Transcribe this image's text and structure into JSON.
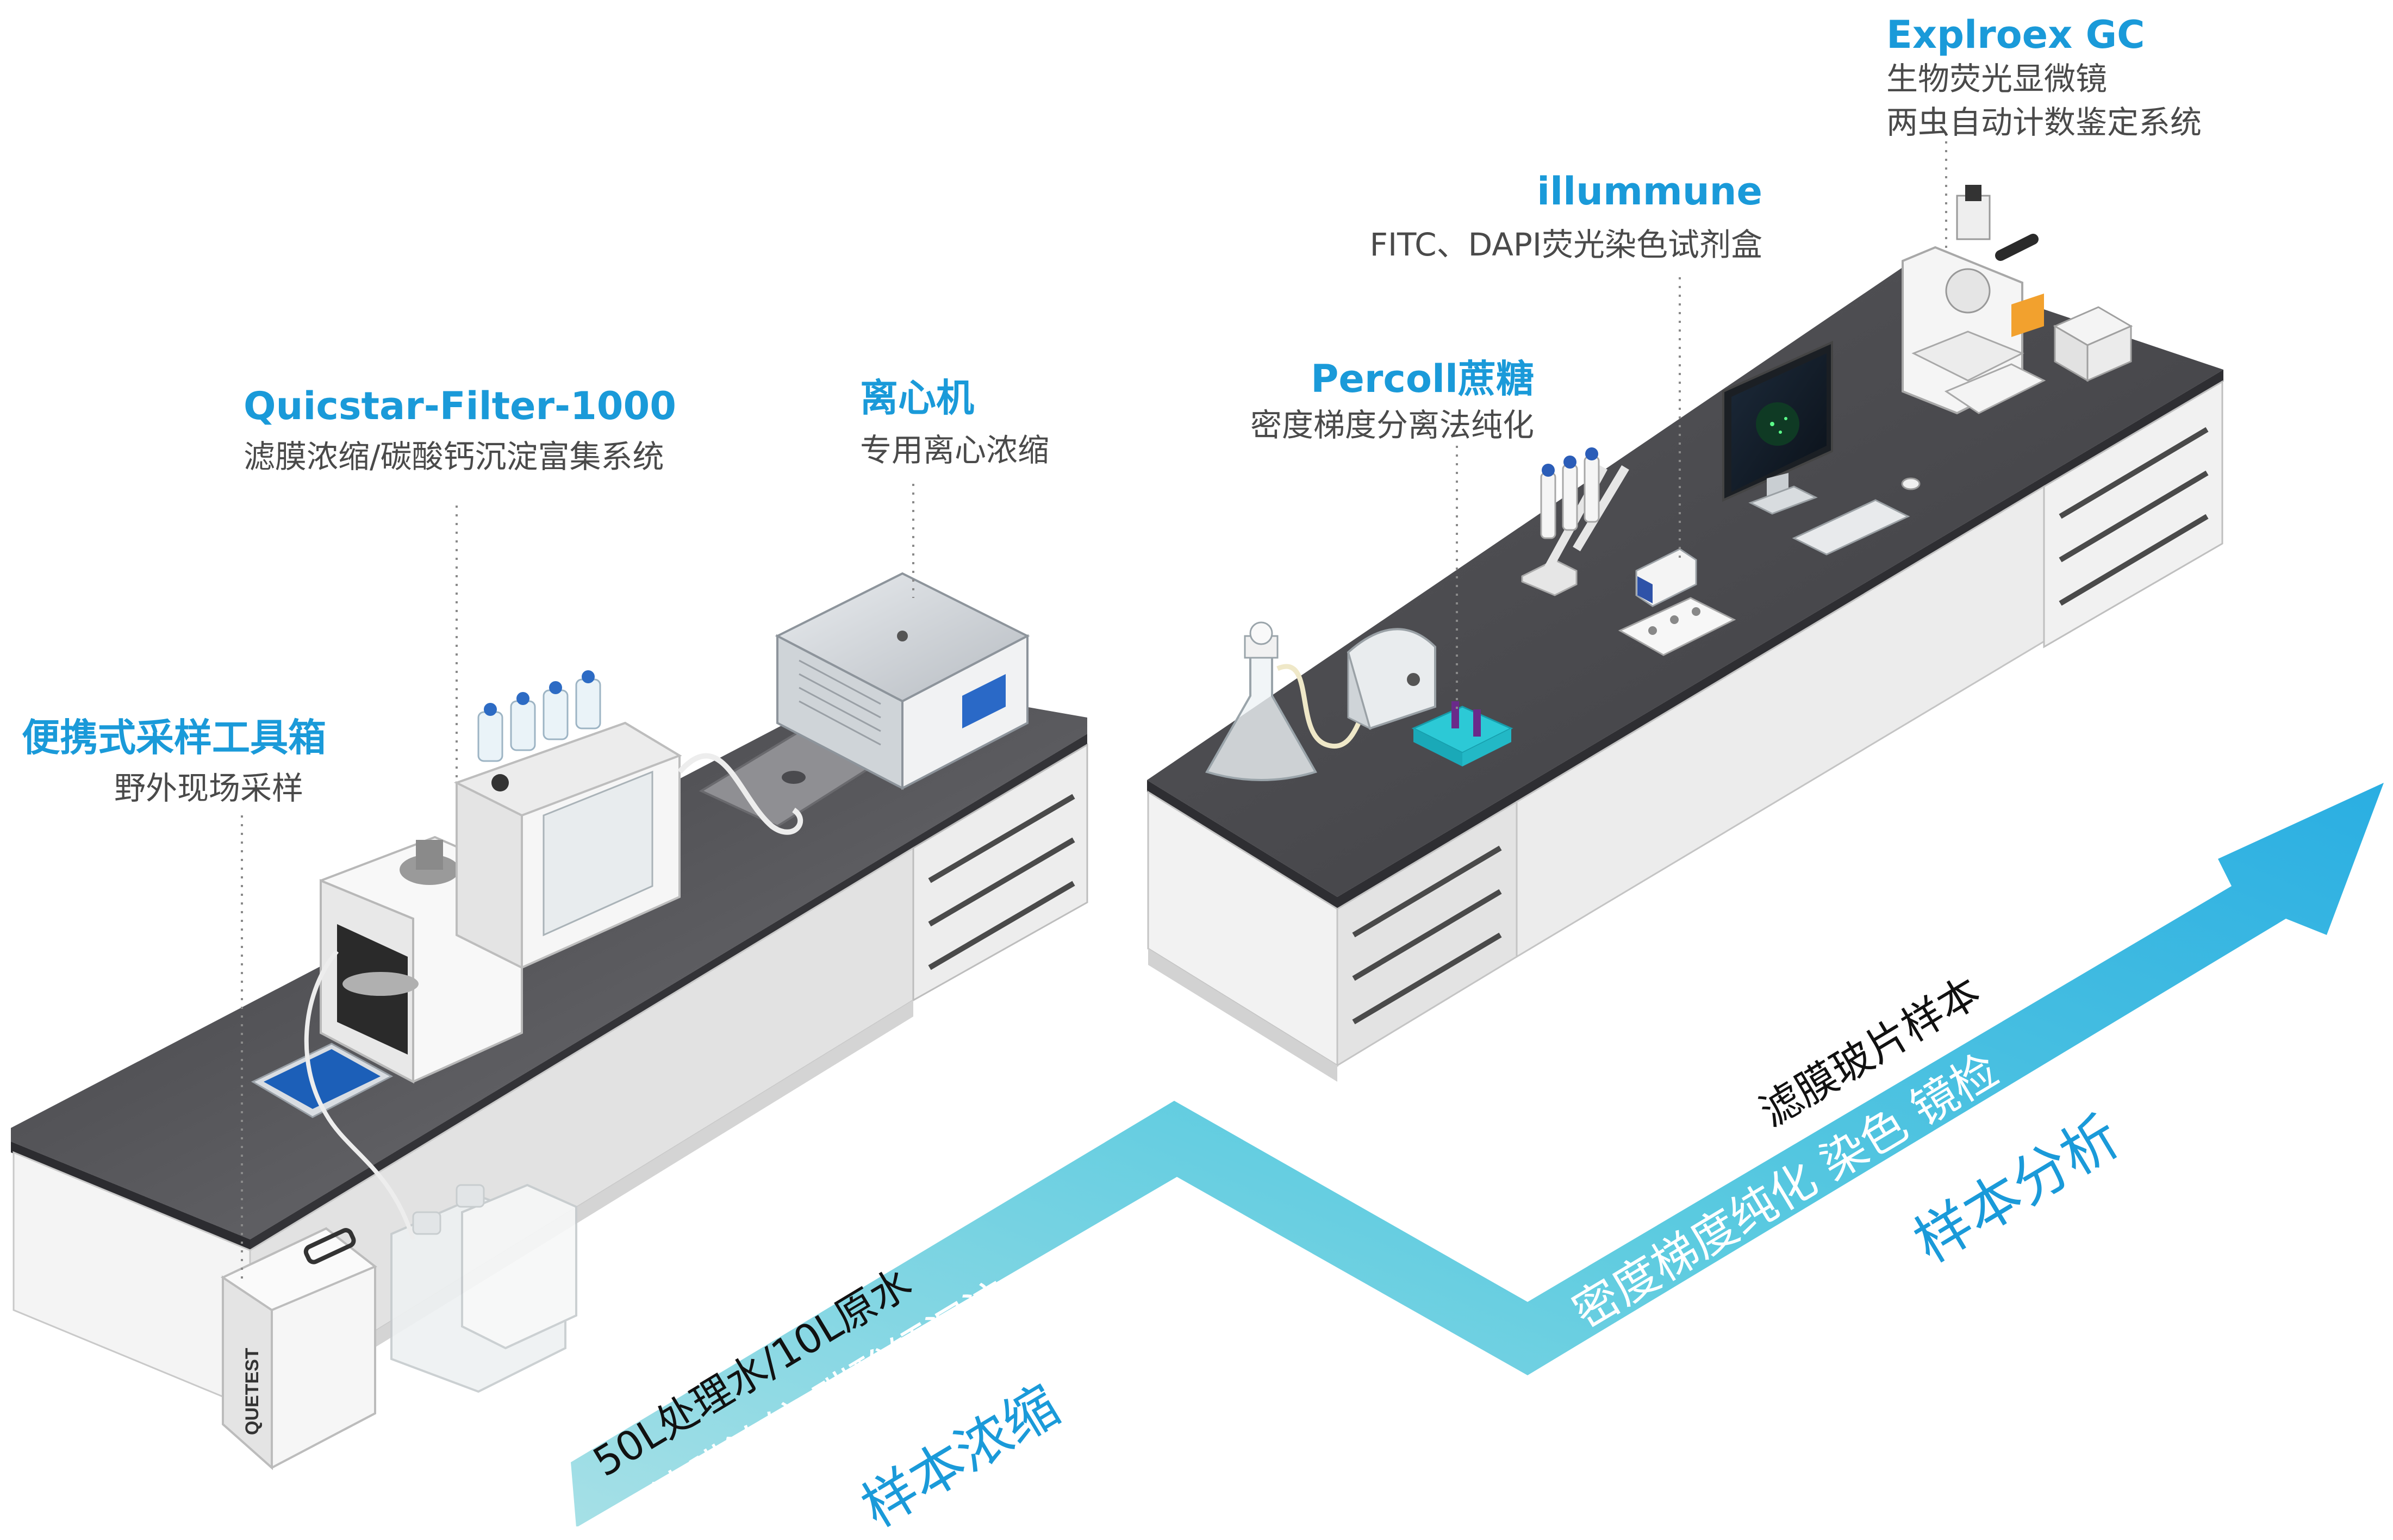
{
  "labels": {
    "toolbox": {
      "title": "便携式采样工具箱",
      "subtitle": "野外现场采样"
    },
    "filter": {
      "title": "Quicstar-Filter-1000",
      "subtitle": "滤膜浓缩/碳酸钙沉淀富集系统"
    },
    "centrifuge": {
      "title": "离心机",
      "subtitle": "专用离心浓缩"
    },
    "percoll": {
      "title": "Percoll蔗糖",
      "subtitle": "密度梯度分离法纯化"
    },
    "illummune": {
      "title": "illummune",
      "subtitle": "FITC、DAPI荧光染色试剂盒"
    },
    "explroex": {
      "title": "Explroex GC",
      "subtitle_1": "生物荧光显微镜",
      "subtitle_2": "两虫自动计数鉴定系统"
    }
  },
  "arrow_text": {
    "left_line1": "50L处理水/10L原水",
    "left_line2": "滤膜浓缩/碳酸钙沉淀",
    "left_line3": "样本浓缩",
    "right_line1": "滤膜玻片样本",
    "right_line2": "密度梯度纯化  染色  镜检",
    "right_line3": "样本分析"
  },
  "device_text": {
    "toolbox_brand": "QUETEST"
  },
  "colors": {
    "accent": "#1a9ad9",
    "arrow_start": "#9fdde4",
    "arrow_end": "#2fb4e2",
    "bench_top": "#4a4a4e",
    "cabinet": "#f1f1f1"
  }
}
